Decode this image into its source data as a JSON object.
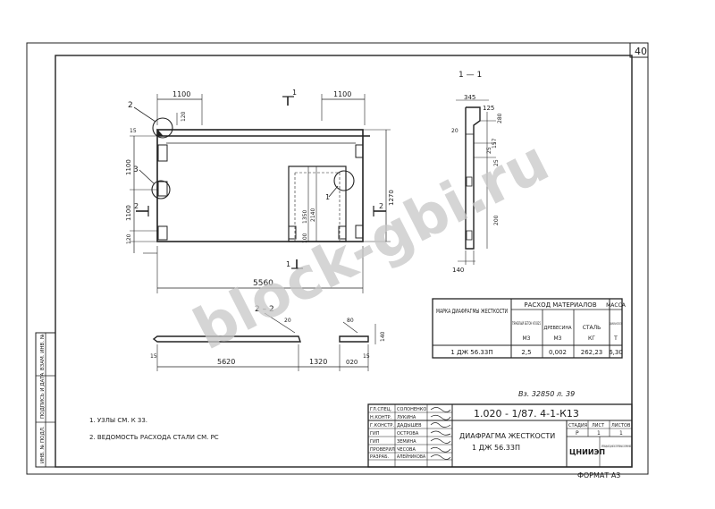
{
  "sheet": {
    "page_number": "40",
    "format_label": "ФОРМАТ А3",
    "watermark": "block-gbi.ru",
    "archive_note": "Вз. 32850 л. 39"
  },
  "plan": {
    "dims": [
      "1100",
      "1100",
      "120",
      "15",
      "1100",
      "1100",
      "120",
      "1270",
      "1350",
      "2140",
      "100",
      "5560"
    ],
    "callouts": [
      "2",
      "3",
      "1"
    ],
    "section_marks": [
      "1",
      "1",
      "2",
      "2"
    ]
  },
  "section_1_1": {
    "title": "1 — 1",
    "dims": [
      "345",
      "125",
      "20",
      "280",
      "157",
      "25",
      "25",
      "200",
      "140"
    ]
  },
  "section_2_2": {
    "title": "2 – 2",
    "dims": [
      "20",
      "80",
      "140",
      "15",
      "5620",
      "1320",
      "020",
      "15"
    ]
  },
  "materials_table": {
    "col_mark": "МАРКА ДИАФРАГМЫ ЖЕСТКОСТИ",
    "col_materials": "РАСХОД МАТЕРИАЛОВ",
    "col_mass": "МАССА",
    "sub_concrete": "ТЯЖЕЛЫЙ БЕТОН КЛ.В25",
    "sub_concrete_unit": "М3",
    "sub_wood": "ДРЕВЕСИНА",
    "sub_wood_unit": "М3",
    "sub_steel": "СТАЛЬ",
    "sub_steel_unit": "КГ",
    "sub_mass": "ДИАФРАГМЫ ЖЕСТКОСТИ",
    "sub_mass_unit": "Т",
    "row": {
      "mark": "1 ДЖ 56.33П",
      "concrete": "2,5",
      "wood": "0,002",
      "steel": "262,23",
      "mass": "6,30"
    }
  },
  "notes": [
    "1. УЗЛЫ СМ. К 33.",
    "2. ВЕДОМОСТЬ РАСХОДА СТАЛИ СМ. РС"
  ],
  "side_stamp": [
    "ИНВ. № ПОДЛ.",
    "ПОДПИСЬ И ДАТА",
    "ВЗАМ. ИНВ. №"
  ],
  "title_block": {
    "doc_code": "1.020 - 1/87. 4-1-К13",
    "title_line1": "ДИАФРАГМА ЖЕСТКОСТИ",
    "title_line2": "1 ДЖ 56.33П",
    "stage_label": "СТАДИЯ",
    "sheet_label": "ЛИСТ",
    "sheets_label": "ЛИСТОВ",
    "stage_value": "Р",
    "sheet_value": "1",
    "sheets_value": "1",
    "org": "ЦНИИЭП",
    "org_note": "ЗРЕЛИЩНЫХ ЗДАНИЙ И СПОРТИВНЫХ СООРУЖЕНИЙ",
    "roles": [
      "ГЛ.СПЕЦ.",
      "Н.КОНТР.",
      "Г.КОНСТР.",
      "ГИП",
      "ГИП",
      "ПРОВЕРИЛ",
      "РАЗРАБ."
    ],
    "names": [
      "СОЛОНЕНКО",
      "ЛУКИНА",
      "ДАДЫШЕВ",
      "ОСТРОВА",
      "ЗЕМИНА",
      "ЧЕСОВА",
      "АЛЕЙНИКОВА"
    ]
  }
}
